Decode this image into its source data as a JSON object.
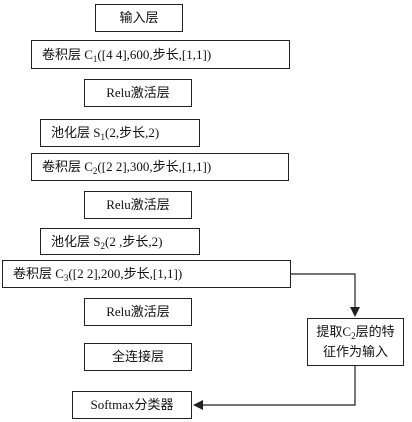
{
  "nodes": [
    {
      "id": "input",
      "parts": [
        {
          "t": "输入层"
        }
      ]
    },
    {
      "id": "conv1",
      "parts": [
        {
          "t": "卷积层  C"
        },
        {
          "sub": "1"
        },
        {
          "t": "([4 4],600,步长,[1,1])"
        }
      ]
    },
    {
      "id": "relu1",
      "parts": [
        {
          "t": "Relu激活层"
        }
      ]
    },
    {
      "id": "pool1",
      "parts": [
        {
          "t": "池化层  S"
        },
        {
          "sub": "1"
        },
        {
          "t": "(2,步长,2)"
        }
      ]
    },
    {
      "id": "conv2",
      "parts": [
        {
          "t": "卷积层  C"
        },
        {
          "sub": "2"
        },
        {
          "t": "([2 2],300,步长,[1,1])"
        }
      ]
    },
    {
      "id": "relu2",
      "parts": [
        {
          "t": "Relu激活层"
        }
      ]
    },
    {
      "id": "pool2",
      "parts": [
        {
          "t": "池化层  S"
        },
        {
          "sub": "2"
        },
        {
          "t": "(2 ,步长,2)"
        }
      ]
    },
    {
      "id": "conv3",
      "parts": [
        {
          "t": "卷积层  C"
        },
        {
          "sub": "3"
        },
        {
          "t": "([2 2],200,步长,[1,1])"
        }
      ]
    },
    {
      "id": "relu3",
      "parts": [
        {
          "t": "Relu激活层"
        }
      ]
    },
    {
      "id": "fc",
      "parts": [
        {
          "t": "全连接层"
        }
      ]
    },
    {
      "id": "softmax",
      "parts": [
        {
          "t": "Softmax分类器"
        }
      ]
    },
    {
      "id": "extract",
      "parts": [
        {
          "t": "提取C"
        },
        {
          "sub": "2"
        },
        {
          "t": "层的特征作为输入"
        }
      ]
    }
  ],
  "edges": [
    {
      "from": "conv3",
      "to": "extract"
    },
    {
      "from": "extract",
      "to": "softmax"
    }
  ]
}
